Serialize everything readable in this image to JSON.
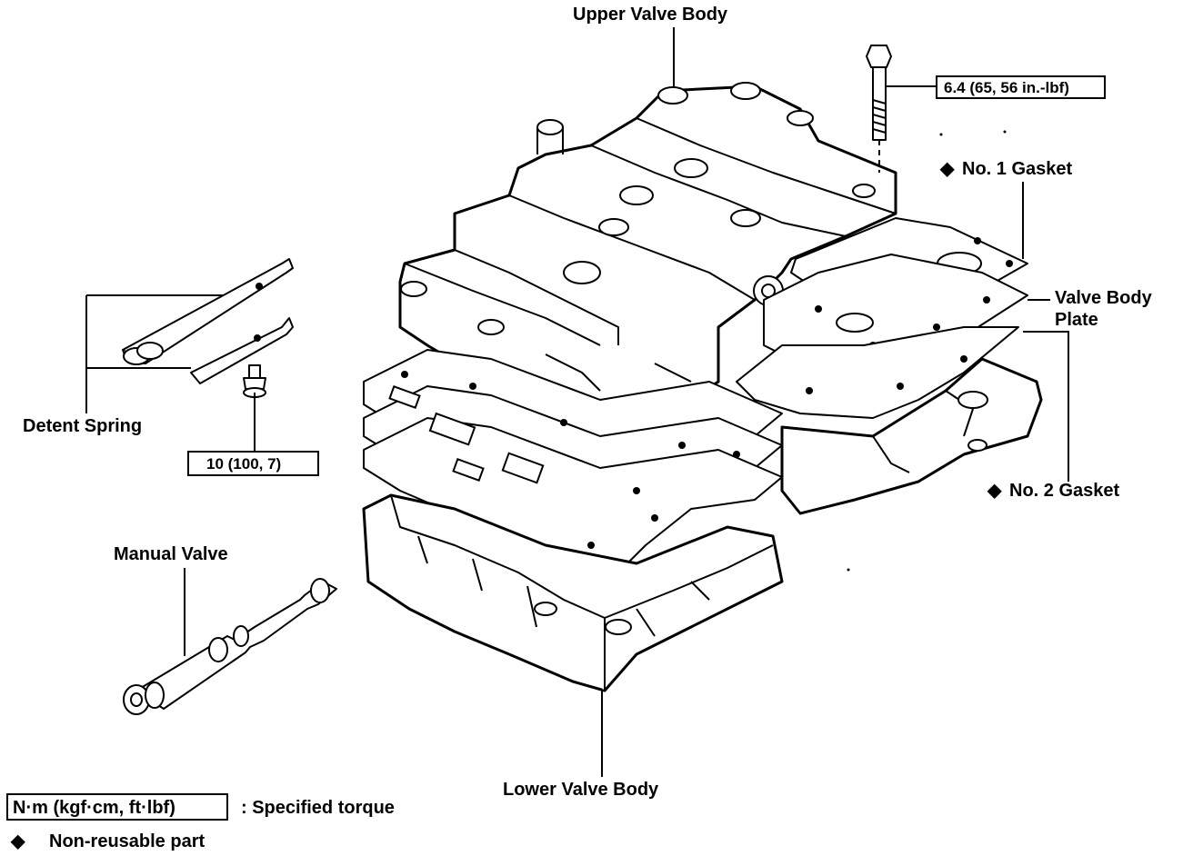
{
  "labels": {
    "upper_valve_body": "Upper Valve Body",
    "torque_bolt": "6.4 (65, 56 in.-lbf)",
    "no1_gasket": "No. 1 Gasket",
    "valve_body_plate_line1": "Valve Body",
    "valve_body_plate_line2": "Plate",
    "no2_gasket": "No. 2 Gasket",
    "detent_spring": "Detent Spring",
    "torque_detent": "10 (100, 7)",
    "manual_valve": "Manual Valve",
    "lower_valve_body": "Lower Valve Body"
  },
  "legend": {
    "torque_box": "N·m (kgf·cm, ft·lbf)",
    "torque_desc": ": Specified torque",
    "diamond": "◆",
    "nonreusable": "Non-reusable part"
  }
}
